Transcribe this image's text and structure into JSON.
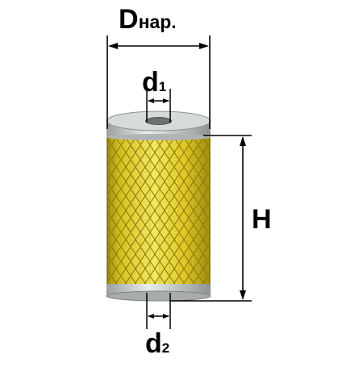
{
  "labels": {
    "outer_diameter": {
      "main": "D",
      "suffix": "нар."
    },
    "inner_diameter_top": {
      "main": "d",
      "subscript": "1"
    },
    "inner_diameter_bottom": {
      "main": "d",
      "subscript": "2"
    },
    "height": {
      "main": "H"
    }
  },
  "colors": {
    "mesh_yellow": "#E8D028",
    "mesh_shadow": "#B89E10",
    "metal_cap": "#C8CCCC",
    "line": "#000000"
  }
}
